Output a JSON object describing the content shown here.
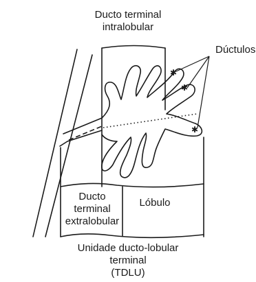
{
  "labels": {
    "intralobular_line1": "Ducto terminal",
    "intralobular_line2": "intralobular",
    "ductulos": "Dúctulos",
    "extralobular_line1": "Ducto",
    "extralobular_line2": "terminal",
    "extralobular_line3": "extralobular",
    "lobulo": "Lóbulo",
    "tdlu_line1": "Unidade ducto-lobular",
    "tdlu_line2": "terminal",
    "tdlu_line3": "(TDLU)"
  }
}
